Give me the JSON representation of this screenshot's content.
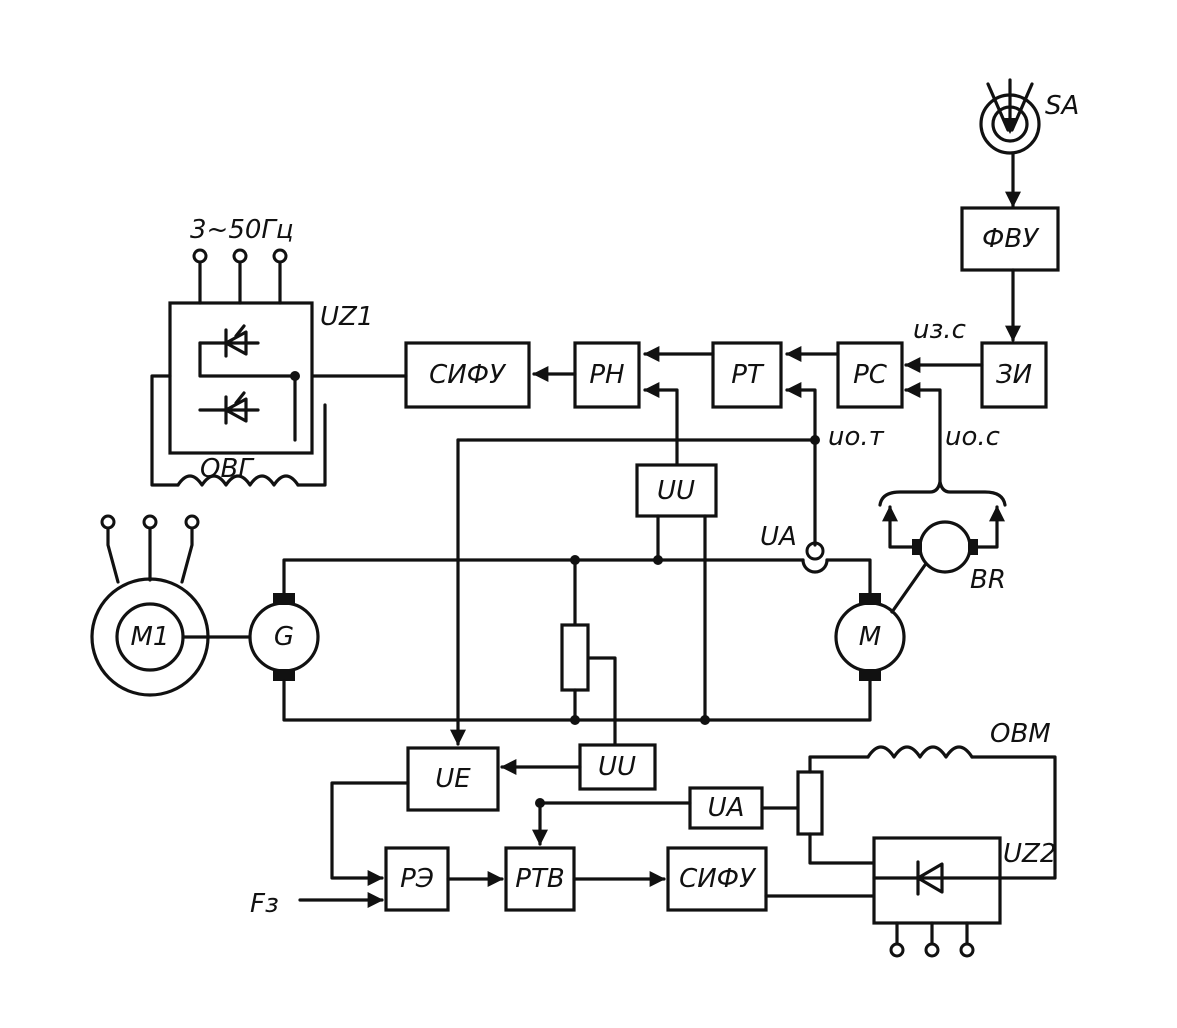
{
  "blocks": {
    "fvu": "ФВУ",
    "zi": "ЗИ",
    "rs": "РС",
    "rt": "РТ",
    "rn": "РН",
    "sifu_top": "СИФУ",
    "uu_top": "UU",
    "ue": "UE",
    "uu_bottom": "UU",
    "ua_bottom": "UA",
    "re": "РЭ",
    "rtv": "РТВ",
    "sifu_bottom": "СИФУ"
  },
  "machines": {
    "m1": "M1",
    "g": "G",
    "m": "M"
  },
  "labels": {
    "supply": "3~50Гц",
    "uz1": "UZ1",
    "uz2": "UZ2",
    "ovg": "ОВГ",
    "ovm": "ОВМ",
    "sa": "SA",
    "br": "BR",
    "ua_top": "UA",
    "u_zs": "uз.с",
    "u_os": "uо.с",
    "u_ot": "uо.т",
    "f_z": "Fз"
  }
}
